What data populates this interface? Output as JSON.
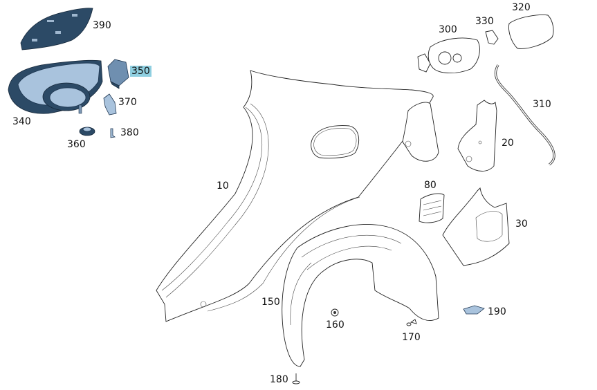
{
  "diagram": {
    "type": "exploded-parts-diagram",
    "subject": "Rear side panel / fuel filler assembly",
    "colors": {
      "highlight": "#8fcfe0",
      "selected_part_fill": "#6f8fb0",
      "line": "#222222"
    },
    "highlighted_part": "350",
    "parts": [
      {
        "id": "10",
        "label": "10"
      },
      {
        "id": "20",
        "label": "20"
      },
      {
        "id": "30",
        "label": "30"
      },
      {
        "id": "80",
        "label": "80"
      },
      {
        "id": "150",
        "label": "150"
      },
      {
        "id": "160",
        "label": "160"
      },
      {
        "id": "170",
        "label": "170"
      },
      {
        "id": "180",
        "label": "180"
      },
      {
        "id": "190",
        "label": "190"
      },
      {
        "id": "300",
        "label": "300"
      },
      {
        "id": "310",
        "label": "310"
      },
      {
        "id": "320",
        "label": "320"
      },
      {
        "id": "330",
        "label": "330"
      },
      {
        "id": "340",
        "label": "340"
      },
      {
        "id": "350",
        "label": "350"
      },
      {
        "id": "360",
        "label": "360"
      },
      {
        "id": "370",
        "label": "370"
      },
      {
        "id": "380",
        "label": "380"
      },
      {
        "id": "390",
        "label": "390"
      }
    ]
  }
}
